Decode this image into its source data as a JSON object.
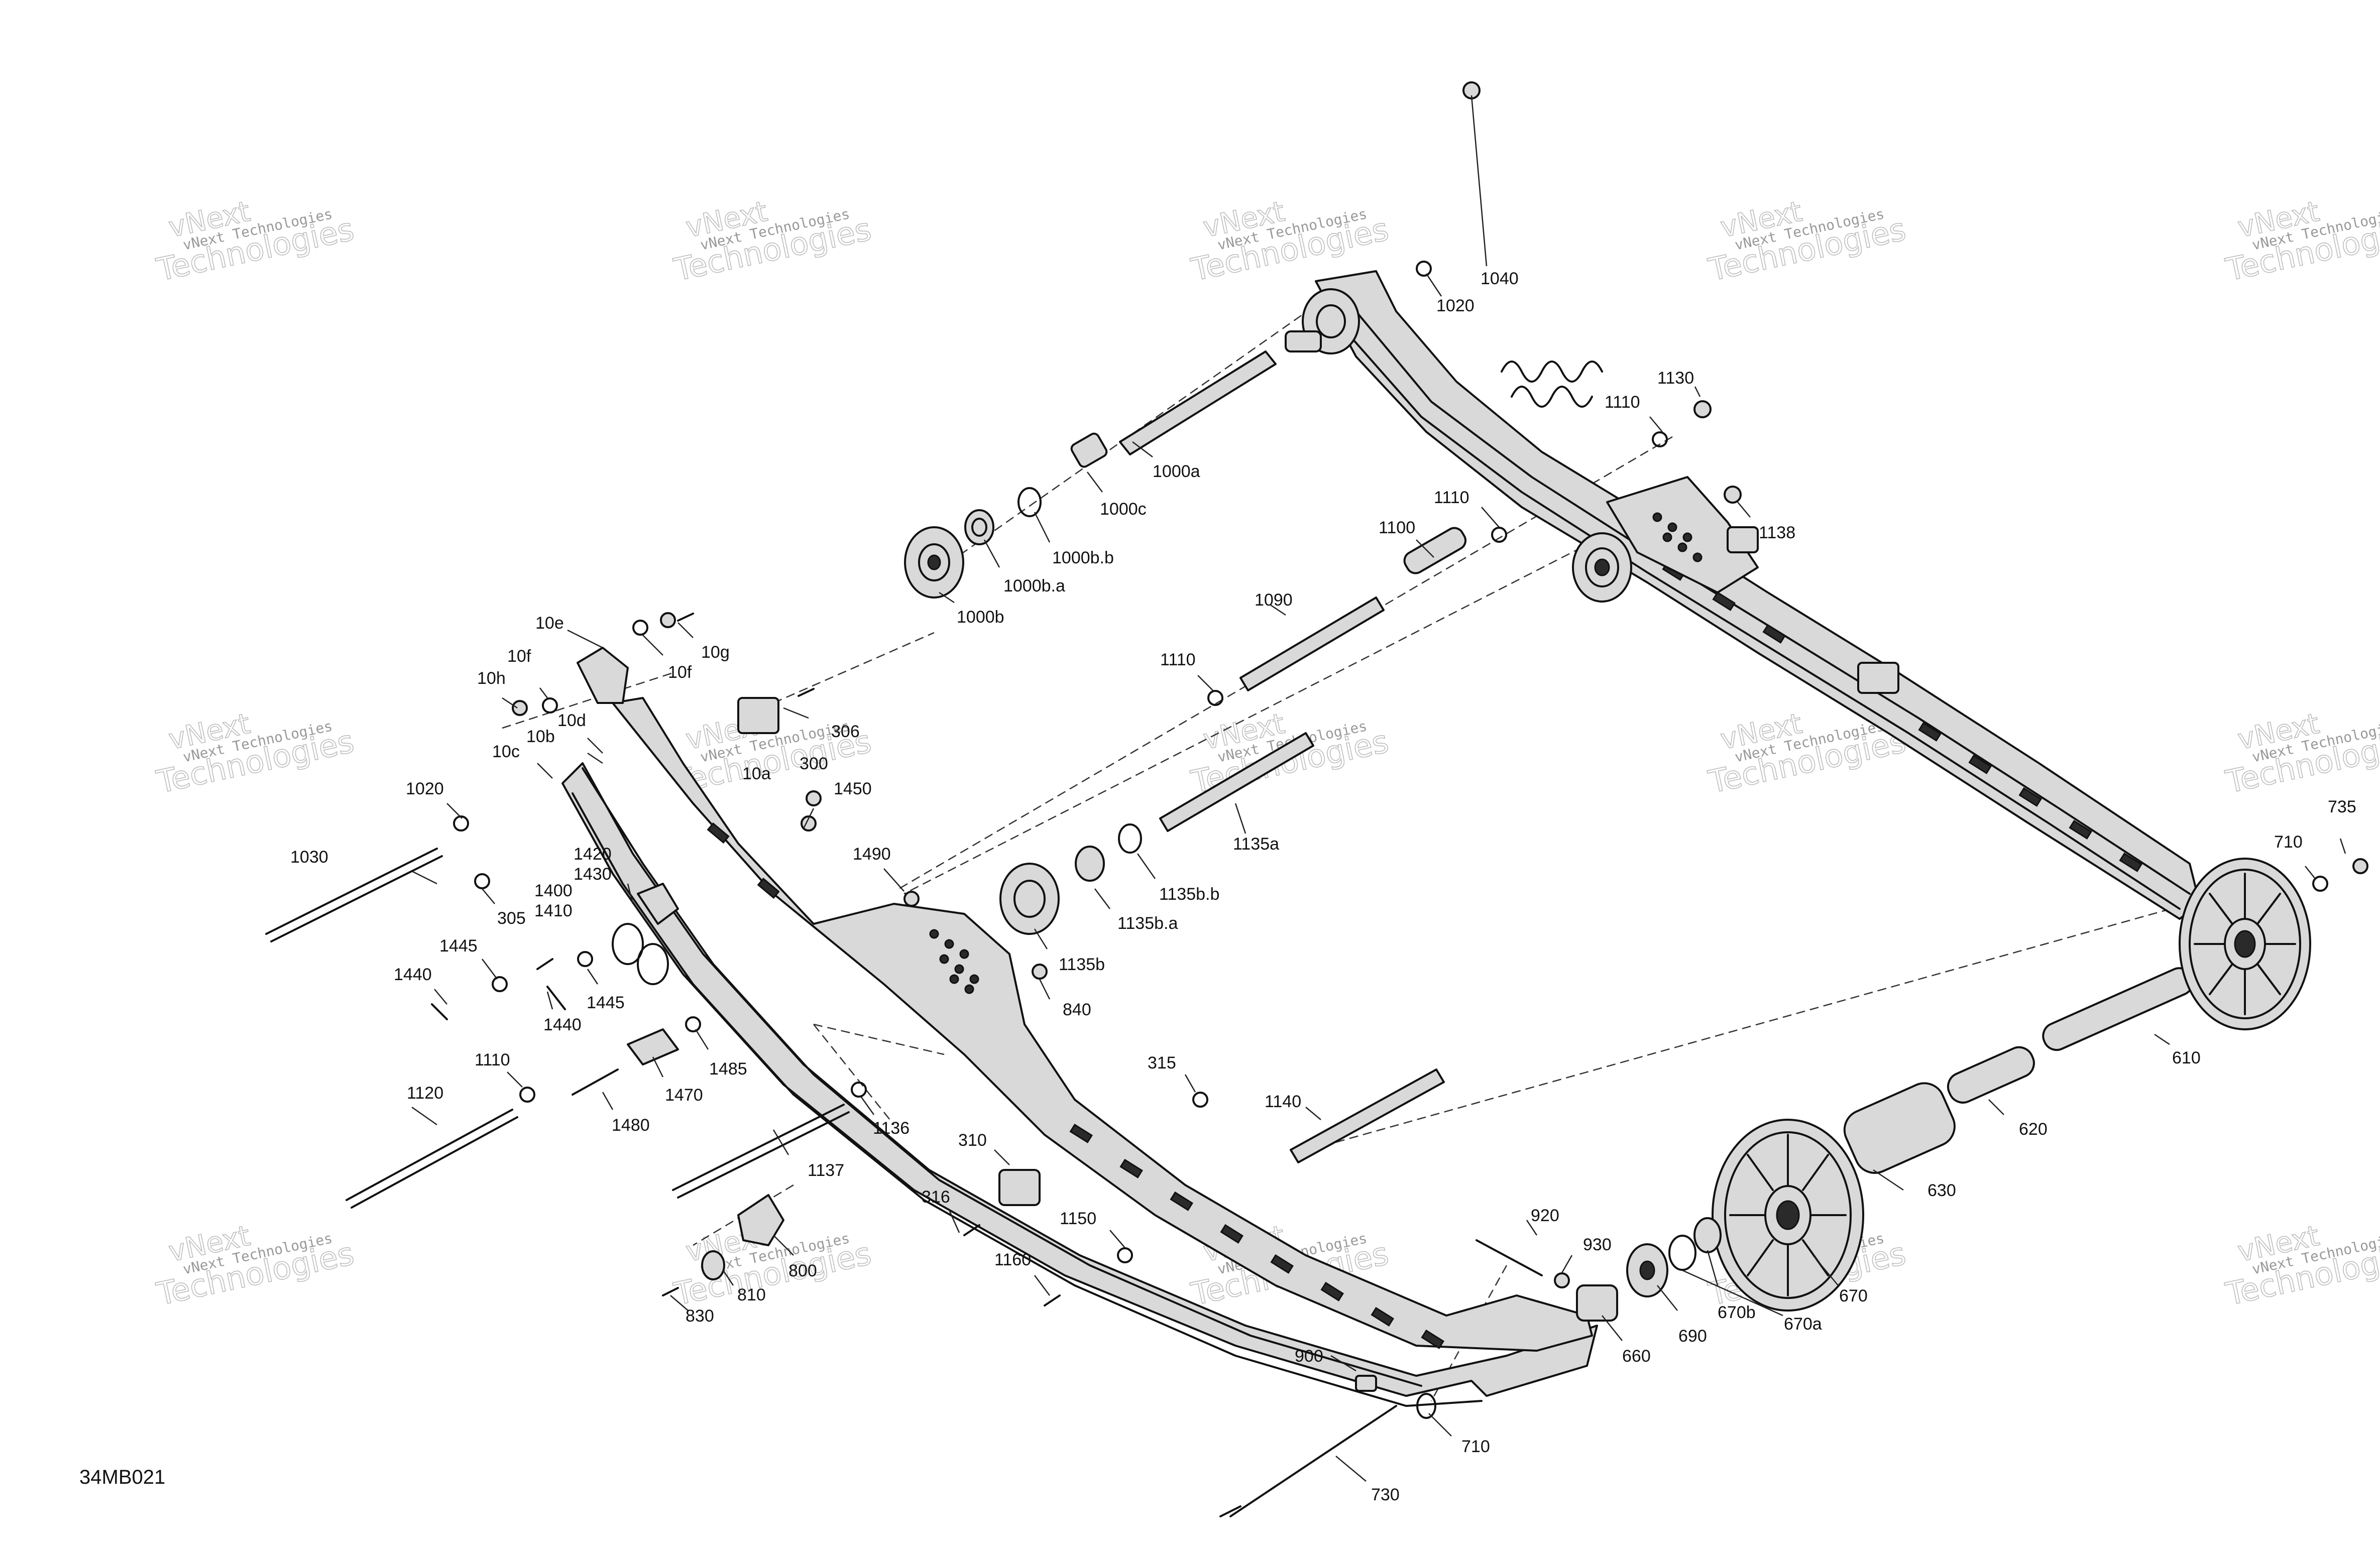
{
  "diagram_ref": "34MB021",
  "watermark": {
    "brand": "vNext",
    "company": "vNext Technologies",
    "big_text": "Technologies"
  },
  "labels": [
    {
      "id": "p1040",
      "text": "1040"
    },
    {
      "id": "p1020a",
      "text": "1020"
    },
    {
      "id": "p1130",
      "text": "1130"
    },
    {
      "id": "p1110a",
      "text": "1110"
    },
    {
      "id": "p1000a",
      "text": "1000a"
    },
    {
      "id": "p1000c",
      "text": "1000c"
    },
    {
      "id": "p1110b",
      "text": "1110"
    },
    {
      "id": "p1138",
      "text": "1138"
    },
    {
      "id": "p1000bb",
      "text": "1000b.b"
    },
    {
      "id": "p1100",
      "text": "1100"
    },
    {
      "id": "p1000ba",
      "text": "1000b.a"
    },
    {
      "id": "p1000b",
      "text": "1000b"
    },
    {
      "id": "p1090",
      "text": "1090"
    },
    {
      "id": "p10e",
      "text": "10e"
    },
    {
      "id": "p10g",
      "text": "10g"
    },
    {
      "id": "p10f1",
      "text": "10f"
    },
    {
      "id": "p10f2",
      "text": "10f"
    },
    {
      "id": "p10h",
      "text": "10h"
    },
    {
      "id": "p1110c",
      "text": "1110"
    },
    {
      "id": "p10d",
      "text": "10d"
    },
    {
      "id": "p306",
      "text": "306"
    },
    {
      "id": "p10b",
      "text": "10b"
    },
    {
      "id": "p10c",
      "text": "10c"
    },
    {
      "id": "p300",
      "text": "300"
    },
    {
      "id": "p10a",
      "text": "10a"
    },
    {
      "id": "p1450",
      "text": "1450"
    },
    {
      "id": "p1020b",
      "text": "1020"
    },
    {
      "id": "p1135a",
      "text": "1135a"
    },
    {
      "id": "p735",
      "text": "735"
    },
    {
      "id": "p1030",
      "text": "1030"
    },
    {
      "id": "p1490",
      "text": "1490"
    },
    {
      "id": "p710a",
      "text": "710"
    },
    {
      "id": "p1420",
      "text": "1420"
    },
    {
      "id": "p1430",
      "text": "1430"
    },
    {
      "id": "p1135bb",
      "text": "1135b.b"
    },
    {
      "id": "p1400",
      "text": "1400"
    },
    {
      "id": "p1410",
      "text": "1410"
    },
    {
      "id": "p1135ba",
      "text": "1135b.a"
    },
    {
      "id": "p305",
      "text": "305"
    },
    {
      "id": "p1445a",
      "text": "1445"
    },
    {
      "id": "p1135b",
      "text": "1135b"
    },
    {
      "id": "p1440a",
      "text": "1440"
    },
    {
      "id": "p1445b",
      "text": "1445"
    },
    {
      "id": "p840",
      "text": "840"
    },
    {
      "id": "p1440b",
      "text": "1440"
    },
    {
      "id": "p610",
      "text": "610"
    },
    {
      "id": "p1485",
      "text": "1485"
    },
    {
      "id": "p315",
      "text": "315"
    },
    {
      "id": "p1110d",
      "text": "1110"
    },
    {
      "id": "p1470",
      "text": "1470"
    },
    {
      "id": "p1120",
      "text": "1120"
    },
    {
      "id": "p1140",
      "text": "1140"
    },
    {
      "id": "p620",
      "text": "620"
    },
    {
      "id": "p1480",
      "text": "1480"
    },
    {
      "id": "p1136",
      "text": "1136"
    },
    {
      "id": "p310",
      "text": "310"
    },
    {
      "id": "p1137",
      "text": "1137"
    },
    {
      "id": "p630",
      "text": "630"
    },
    {
      "id": "p316",
      "text": "316"
    },
    {
      "id": "p1150",
      "text": "1150"
    },
    {
      "id": "p920",
      "text": "920"
    },
    {
      "id": "p1160",
      "text": "1160"
    },
    {
      "id": "p800",
      "text": "800"
    },
    {
      "id": "p930",
      "text": "930"
    },
    {
      "id": "p810",
      "text": "810"
    },
    {
      "id": "p670",
      "text": "670"
    },
    {
      "id": "p690",
      "text": "690"
    },
    {
      "id": "p670b",
      "text": "670b"
    },
    {
      "id": "p670a",
      "text": "670a"
    },
    {
      "id": "p830",
      "text": "830"
    },
    {
      "id": "p660",
      "text": "660"
    },
    {
      "id": "p900",
      "text": "900"
    },
    {
      "id": "p710b",
      "text": "710"
    },
    {
      "id": "p730",
      "text": "730"
    }
  ]
}
